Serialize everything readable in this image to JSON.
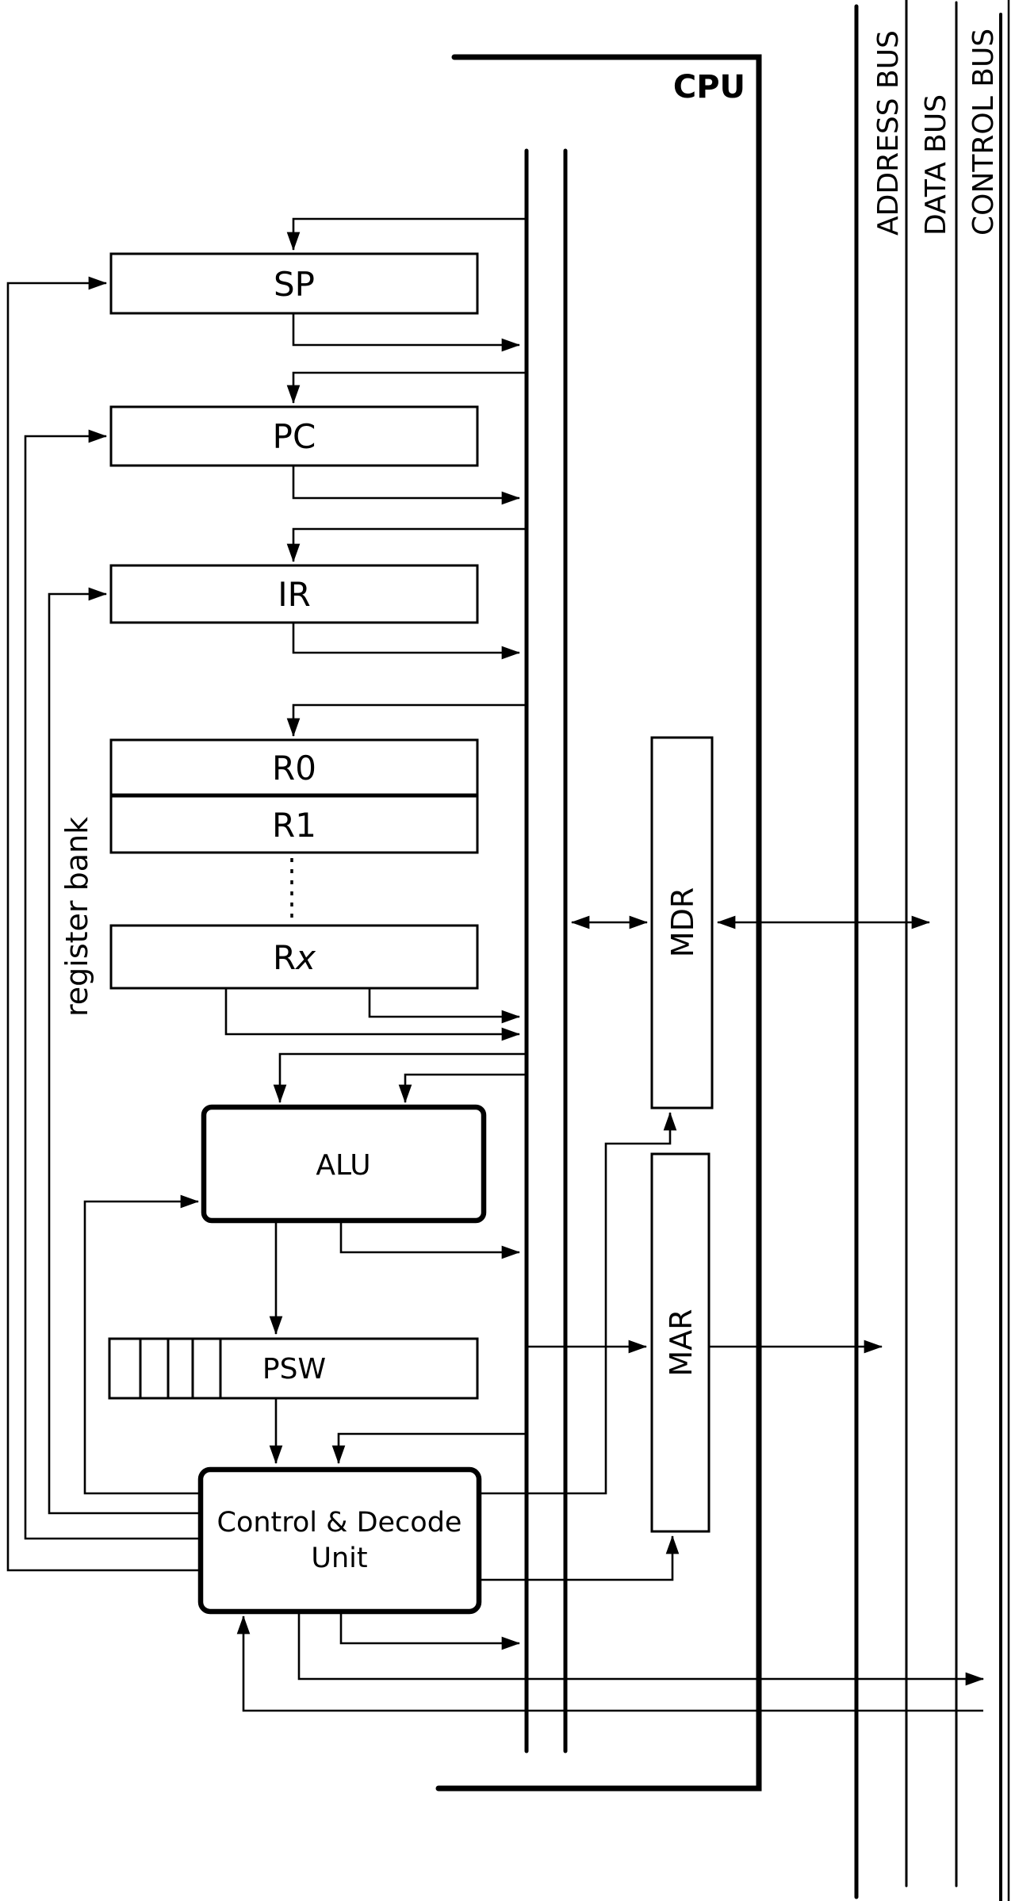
{
  "title": {
    "cpu": "CPU"
  },
  "buses": {
    "address": "ADDRESS BUS",
    "data": "DATA BUS",
    "control": "CONTROL BUS"
  },
  "registers": {
    "sp": "SP",
    "pc": "PC",
    "ir": "IR",
    "r0": "R0",
    "r1": "R1",
    "rx": {
      "base": "R",
      "index": "x"
    },
    "psw": "PSW"
  },
  "bank_label": "register bank",
  "units": {
    "alu": "ALU",
    "control_line1": "Control & Decode",
    "control_line2": "Unit",
    "mdr": "MDR",
    "mar": "MAR"
  },
  "colors": {
    "ink": "#000000",
    "background": "#ffffff"
  }
}
